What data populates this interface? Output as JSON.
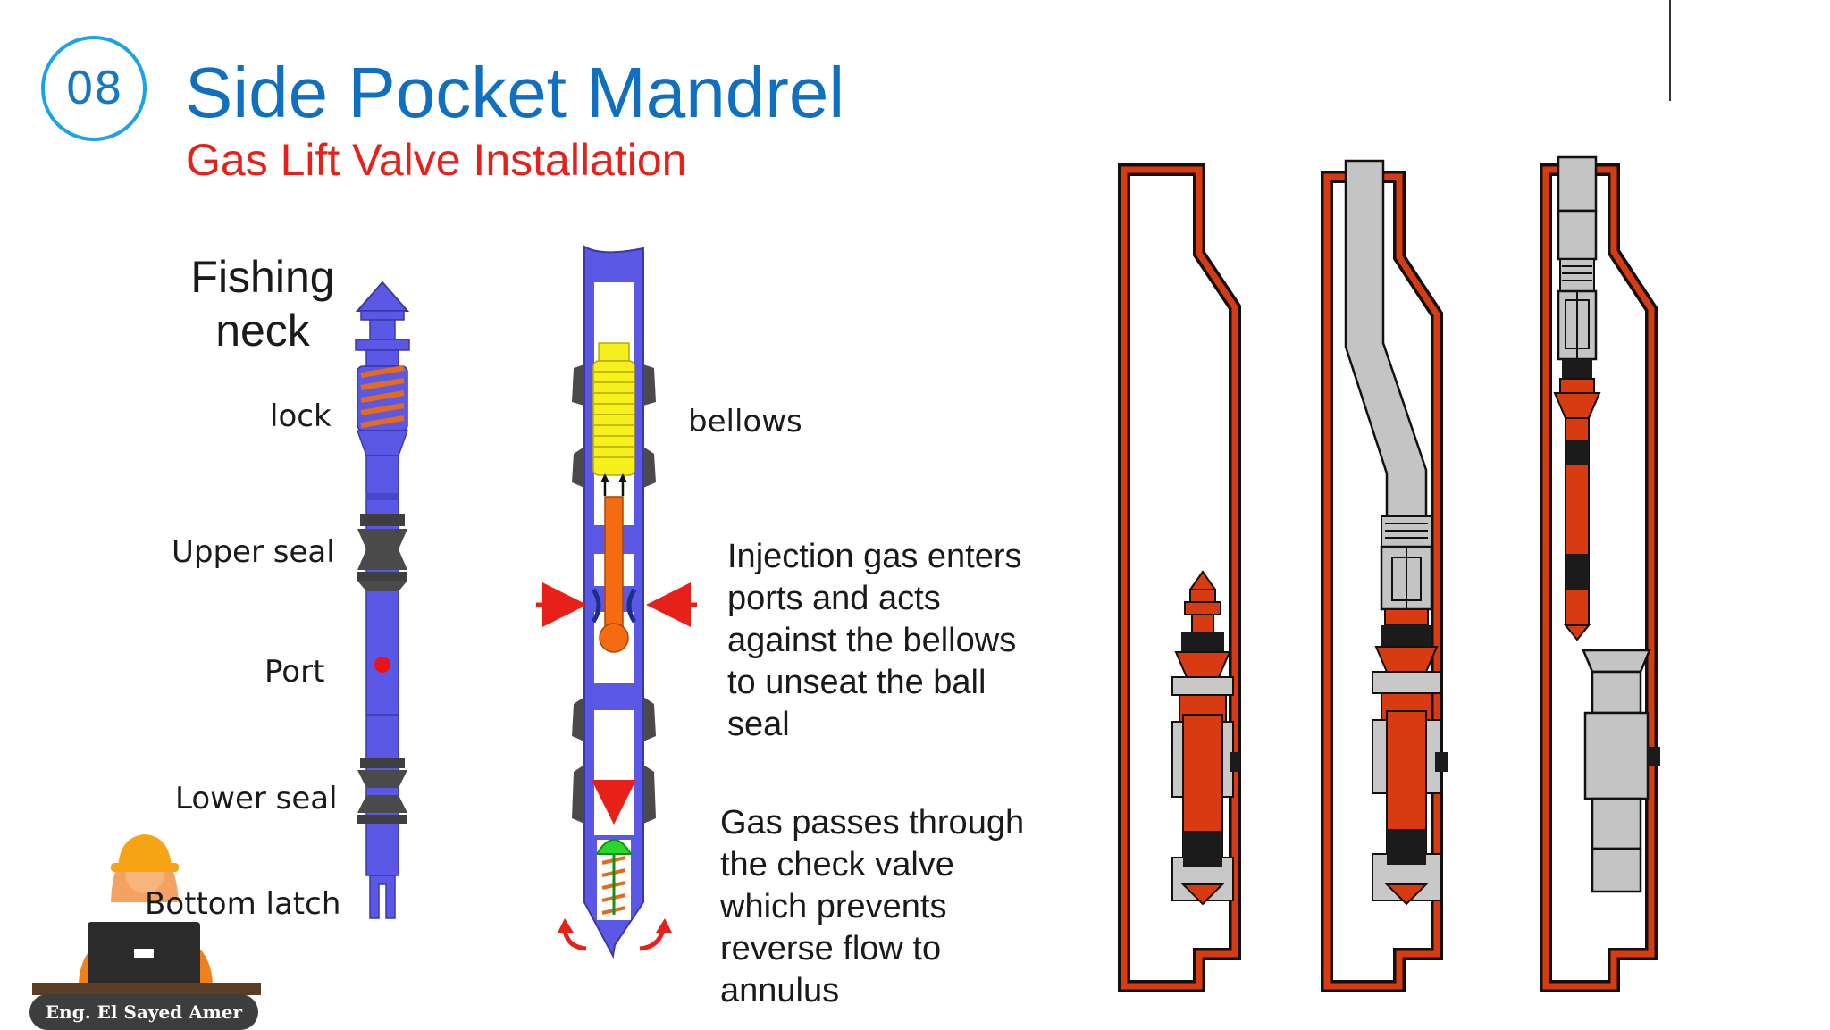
{
  "header": {
    "slide_number": "08",
    "title": "Side Pocket Mandrel",
    "subtitle": "Gas Lift Valve Installation"
  },
  "valve_labels": {
    "fishing_neck": "Fishing neck",
    "lock": "lock",
    "upper_seal": "Upper seal",
    "port": "Port",
    "lower_seal": "Lower seal",
    "bottom_latch": "Bottom latch"
  },
  "section_labels": {
    "bellows": "bellows"
  },
  "descriptions": {
    "injection": "Injection gas enters\nports and acts\nagainst the bellows\nto unseat the ball\nseal",
    "check_valve": "Gas passes through\nthe check valve\nwhich prevents\nreverse flow to\nannulus"
  },
  "footer": {
    "author": "Eng. El Sayed Amer"
  },
  "colors": {
    "title_blue": "#0f6fc1",
    "subtitle_red": "#e8201a",
    "valve_body": "#5b58e6",
    "seal": "#4a4a4a",
    "spring": "#e36b1e",
    "bellows": "#f5f01e",
    "stem": "#f36d10",
    "check_valve": "#2dd62d",
    "mandrel_wall": "#d93b10",
    "tool_gray": "#c4c4c4"
  },
  "icons": {
    "author_avatar": "engineer-with-laptop-icon"
  }
}
